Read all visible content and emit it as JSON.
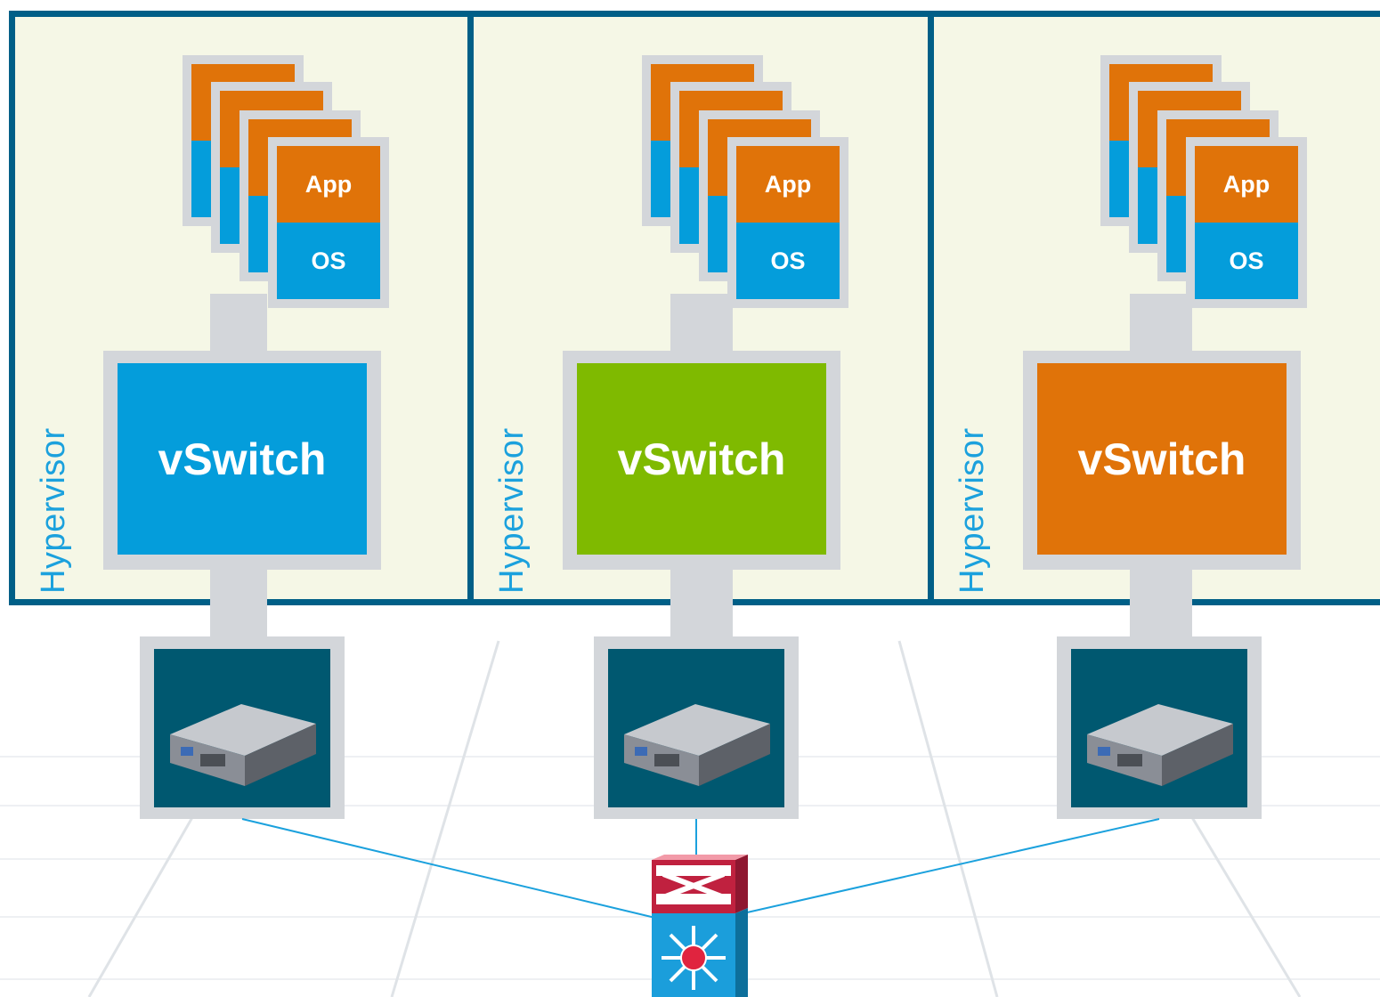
{
  "hosts": [
    {
      "hypervisor_label": "Hypervisor",
      "vm_app_label": "App",
      "vm_os_label": "OS",
      "vswitch_label": "vSwitch",
      "vswitch_color": "#049ddb"
    },
    {
      "hypervisor_label": "Hypervisor",
      "vm_app_label": "App",
      "vm_os_label": "OS",
      "vswitch_label": "vSwitch",
      "vswitch_color": "#7fba00"
    },
    {
      "hypervisor_label": "Hypervisor",
      "vm_app_label": "App",
      "vm_os_label": "OS",
      "vswitch_label": "vSwitch",
      "vswitch_color": "#e07309"
    }
  ],
  "icons": {
    "vm": "vm-stack-icon",
    "server": "server-icon",
    "switch": "multilayer-switch-icon"
  },
  "colors": {
    "host_border": "#005f87",
    "host_fill": "#f5f7e6",
    "app_orange": "#e07309",
    "os_blue": "#049ddb",
    "connector_gray": "#d3d6da",
    "link_blue": "#1ba1dd"
  }
}
